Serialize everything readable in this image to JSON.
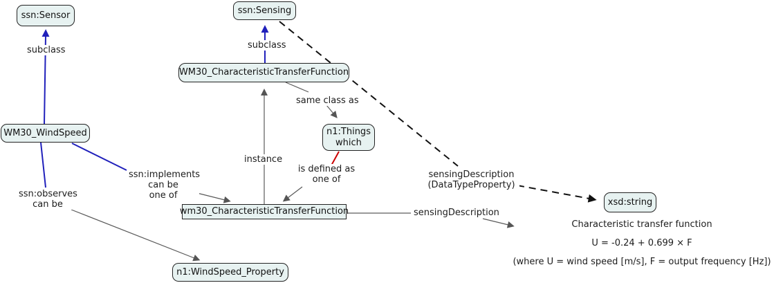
{
  "colors": {
    "background": "#ffffff",
    "node_fill": "#e7f2f1",
    "node_border": "#222222",
    "subclass_edge_blue": "#2020bb",
    "generic_edge_gray": "#5a5a5a",
    "defined_as_edge_red": "#cc0000",
    "datatype_edge_black": "#111111"
  },
  "nodes": {
    "sensor": {
      "label": "ssn:Sensor"
    },
    "sensing": {
      "label": "ssn:Sensing"
    },
    "ctf_class": {
      "label": "WM30_CharacteristicTransferFunction"
    },
    "windspeed": {
      "label": "WM30_WindSpeed"
    },
    "things": {
      "line1": "n1:Things",
      "line2": "which"
    },
    "ctf_instance": {
      "label": "wm30_CharacteristicTransferFunction"
    },
    "xsd_string": {
      "label": "xsd:string"
    },
    "windspeed_property": {
      "label": "n1:WindSpeed_Property"
    }
  },
  "edge_labels": {
    "subclass_left": "subclass",
    "subclass_center": "subclass",
    "same_class_as": "same class as",
    "instance": "instance",
    "is_defined_as": {
      "line1": "is defined as",
      "line2": "one of"
    },
    "ssn_implements": {
      "line1": "ssn:implements",
      "line2": "can be",
      "line3": "one of"
    },
    "ssn_observes": {
      "line1": "ssn:observes",
      "line2": "can be"
    },
    "sensing_description_dtp": {
      "line1": "sensingDescription",
      "line2": "(DataTypeProperty)"
    },
    "sensing_description": "sensingDescription"
  },
  "annotation": {
    "title": "Characteristic transfer function",
    "formula": "U = -0.24 + 0.699 × F",
    "legend": "(where U = wind speed [m/s], F = output frequency [Hz])"
  }
}
